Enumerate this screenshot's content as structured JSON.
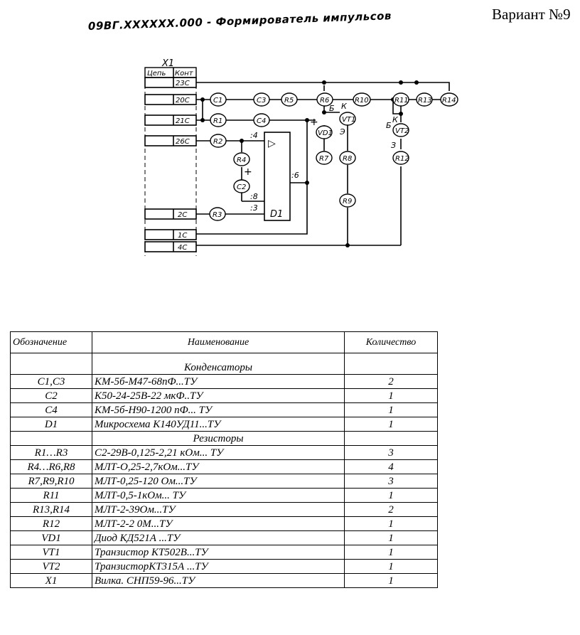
{
  "variant": "Вариант №9",
  "doc_title": "09ВГ.XXXXXX.000 - Формирователь импульсов",
  "schematic": {
    "connector": "X1",
    "header_circuit": "Цепь",
    "header_contact": "Конт",
    "contacts": [
      "23С",
      "20С",
      "21С",
      "26С",
      "2С",
      "1С",
      "4С"
    ],
    "components": [
      "С1",
      "С3",
      "R5",
      "R6",
      "R10",
      "R11",
      "R13",
      "R14",
      "R1",
      "С4",
      "VT1",
      "VD1",
      "R2",
      "R4",
      "С2",
      "R7",
      "R8",
      "R9",
      "R3",
      "D1",
      "VT2",
      "R12"
    ],
    "pins": [
      ":4",
      ":6",
      ":8",
      ":3"
    ],
    "terminals": [
      "К",
      "Б",
      "Э",
      "Б",
      "К",
      "З"
    ],
    "polarity": [
      "+",
      "+"
    ],
    "opamp_symbol": "▷"
  },
  "table": {
    "headers": [
      "Обозначение",
      "Наименование",
      "Количество"
    ],
    "rows": [
      {
        "designator": "",
        "name": "",
        "qty": "",
        "type": "blank"
      },
      {
        "designator": "",
        "name": "Конденсаторы",
        "qty": "",
        "type": "section"
      },
      {
        "designator": "C1,C3",
        "name": "КМ-5б-М47-68пФ...ТУ",
        "qty": "2"
      },
      {
        "designator": "C2",
        "name": "К50-24-25В-22 мкФ..ТУ",
        "qty": "1"
      },
      {
        "designator": "C4",
        "name": "КМ-5б-Н90-1200 пФ... ТУ",
        "qty": "1"
      },
      {
        "designator": "D1",
        "name": "Микросхема К140УД11...ТУ",
        "qty": "1"
      },
      {
        "designator": "",
        "name": "Резисторы",
        "qty": "",
        "type": "section"
      },
      {
        "designator": "R1…R3",
        "name": "С2-29В-0,125-2,21 кОм... ТУ",
        "qty": "3"
      },
      {
        "designator": "R4…R6,R8",
        "name": "МЛТ-О,25-2,7кОм...ТУ",
        "qty": "4"
      },
      {
        "designator": "R7,R9,R10",
        "name": "МЛТ-0,25-120 Ом...ТУ",
        "qty": "3"
      },
      {
        "designator": "R11",
        "name": "МЛТ-0,5-1кОм... ТУ",
        "qty": "1"
      },
      {
        "designator": "R13,R14",
        "name": "МЛТ-2-39Ом...ТУ",
        "qty": "2"
      },
      {
        "designator": "R12",
        "name": "МЛТ-2-2 0М...ТУ",
        "qty": "1"
      },
      {
        "designator": "VD1",
        "name": "Диод КД521А ...ТУ",
        "qty": "1"
      },
      {
        "designator": "VT1",
        "name": "Транзистор КТ502В...ТУ",
        "qty": "1"
      },
      {
        "designator": "VT2",
        "name": "ТранзисторКТ315А ...ТУ",
        "qty": "1"
      },
      {
        "designator": "X1",
        "name": "Вилка. СНП59-96...ТУ",
        "qty": "1"
      }
    ]
  }
}
